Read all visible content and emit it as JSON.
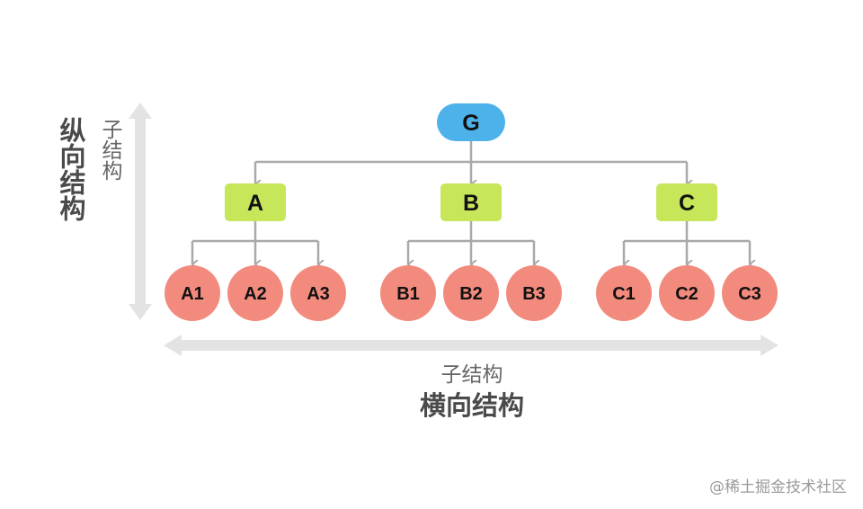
{
  "vertical_axis": {
    "title": "纵向结构",
    "subtitle": "子结构"
  },
  "horizontal_axis": {
    "title": "横向结构",
    "subtitle": "子结构"
  },
  "watermark": "@稀土掘金技术社区",
  "colors": {
    "root": "#4db1ea",
    "level1": "#c8e65a",
    "level2": "#f28b7d",
    "connector": "#a9a9a9",
    "axis_arrow": "#e3e3e3"
  },
  "tree": {
    "root": "G",
    "groups": [
      {
        "label": "A",
        "children": [
          "A1",
          "A2",
          "A3"
        ]
      },
      {
        "label": "B",
        "children": [
          "B1",
          "B2",
          "B3"
        ]
      },
      {
        "label": "C",
        "children": [
          "C1",
          "C2",
          "C3"
        ]
      }
    ]
  }
}
